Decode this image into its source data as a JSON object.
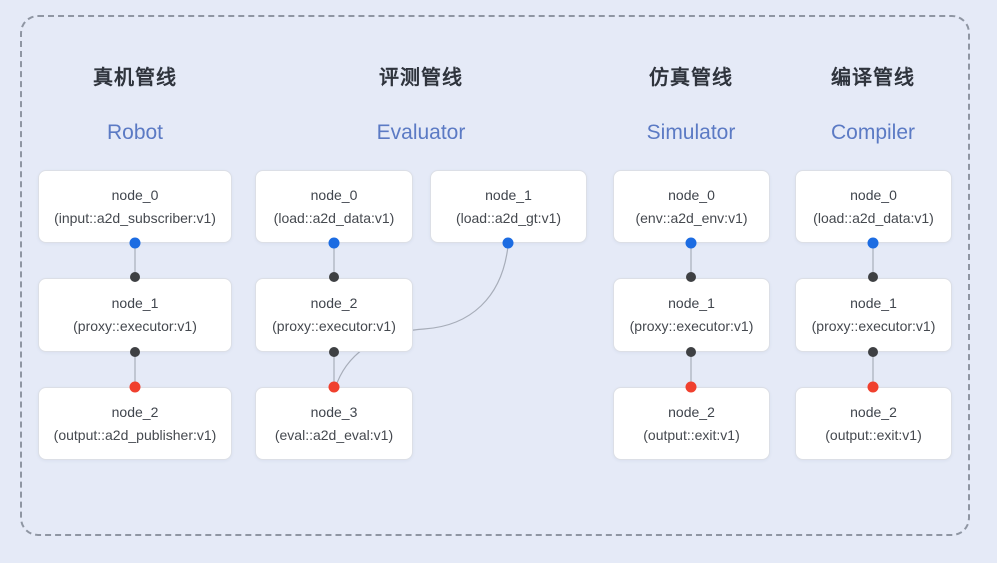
{
  "pipelines": [
    {
      "title_zh": "真机管线",
      "title_en": "Robot",
      "nodes": [
        {
          "name": "node_0",
          "type": "(input::a2d_subscriber:v1)"
        },
        {
          "name": "node_1",
          "type": "(proxy::executor:v1)"
        },
        {
          "name": "node_2",
          "type": "(output::a2d_publisher:v1)"
        }
      ]
    },
    {
      "title_zh": "评测管线",
      "title_en": "Evaluator",
      "nodes": [
        {
          "name": "node_0",
          "type": "(load::a2d_data:v1)"
        },
        {
          "name": "node_1",
          "type": "(load::a2d_gt:v1)"
        },
        {
          "name": "node_2",
          "type": "(proxy::executor:v1)"
        },
        {
          "name": "node_3",
          "type": "(eval::a2d_eval:v1)"
        }
      ]
    },
    {
      "title_zh": "仿真管线",
      "title_en": "Simulator",
      "nodes": [
        {
          "name": "node_0",
          "type": "(env::a2d_env:v1)"
        },
        {
          "name": "node_1",
          "type": "(proxy::executor:v1)"
        },
        {
          "name": "node_2",
          "type": "(output::exit:v1)"
        }
      ]
    },
    {
      "title_zh": "编译管线",
      "title_en": "Compiler",
      "nodes": [
        {
          "name": "node_0",
          "type": "(load::a2d_data:v1)"
        },
        {
          "name": "node_1",
          "type": "(proxy::executor:v1)"
        },
        {
          "name": "node_2",
          "type": "(output::exit:v1)"
        }
      ]
    }
  ],
  "colors": {
    "background": "#e5eaf7",
    "dashed_border": "#8f96a3",
    "box_fill": "#ffffff",
    "box_border": "#dcdfe6",
    "connector_line": "#a7adb9",
    "dot_blue": "#1c6ce2",
    "dot_black": "#3e4043",
    "dot_red": "#f0402e",
    "title_zh_color": "#2f343d",
    "title_en_color": "#5b7ac4",
    "node_text_color": "#40454d"
  }
}
